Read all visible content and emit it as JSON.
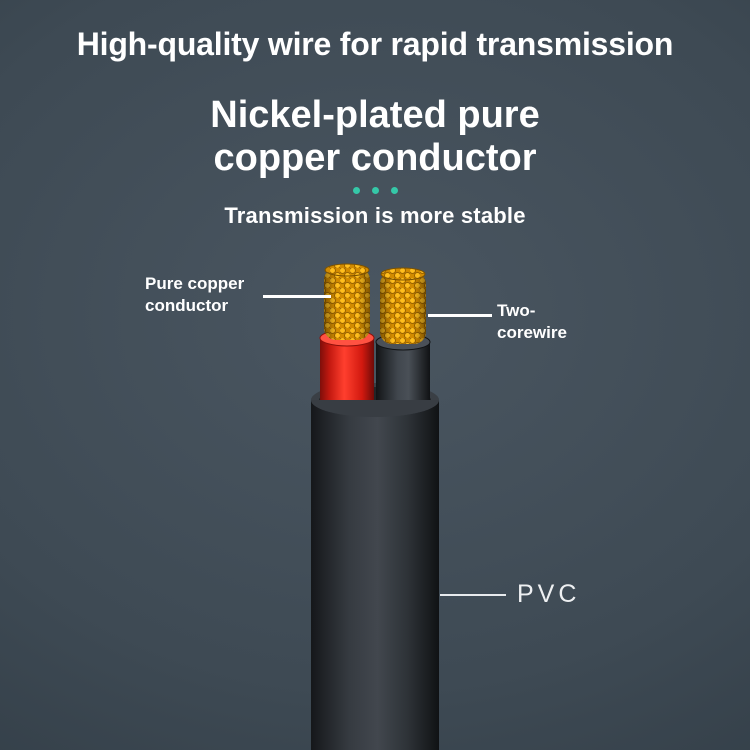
{
  "title": {
    "headline": "High-quality wire for rapid transmission"
  },
  "subtitle": {
    "line1": "Nickel-plated pure",
    "line2": "copper conductor"
  },
  "tagline": "Transmission is more stable",
  "callouts": {
    "copper": {
      "line1": "Pure copper",
      "line2": "conductor"
    },
    "twocore": {
      "line1": "Two-",
      "line2": "corewire"
    },
    "pvc": "PVC"
  },
  "colors": {
    "background": "#3e4a54",
    "accent_teal": "#35c8a8",
    "copper_yellow": "#ffbe1e",
    "insulation_red": "#e2261a",
    "jacket_black": "#2b2f33",
    "text_white": "#ffffff"
  }
}
